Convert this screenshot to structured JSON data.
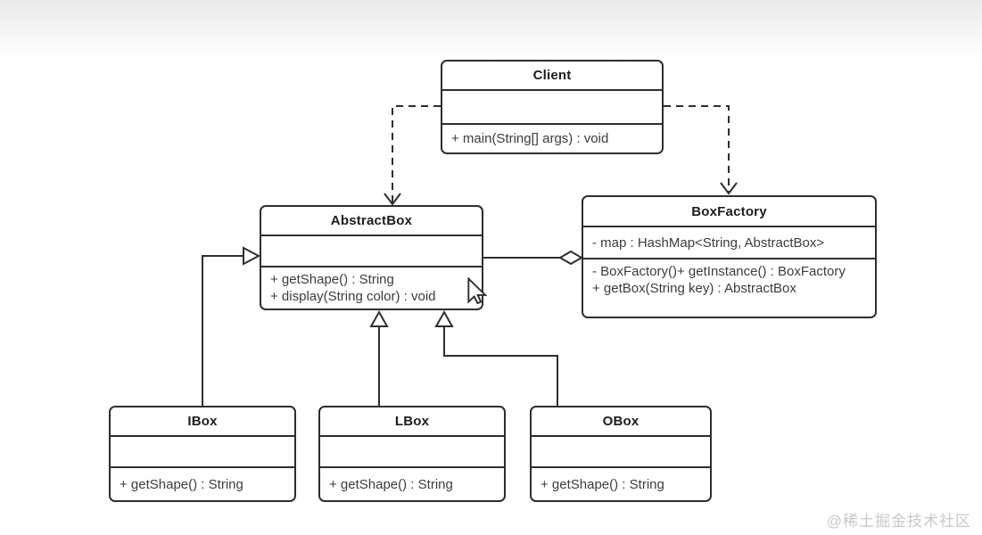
{
  "diagram": {
    "type": "uml-class-diagram",
    "watermark": "@稀土掘金技术社区"
  },
  "colors": {
    "line": "#2e2e2e",
    "title_text": "#1d1d1d",
    "member_text": "#3c3c3c",
    "background": "#ffffff",
    "top_gradient": "#e9e9e9",
    "watermark": "#c8c8c8"
  },
  "classes": {
    "client": {
      "name": "Client",
      "attributes": [],
      "methods": [
        "+ main(String[] args) : void"
      ]
    },
    "abstract_box": {
      "name": "AbstractBox",
      "attributes": [],
      "methods": [
        "+ getShape() : String",
        "+ display(String color) : void"
      ]
    },
    "box_factory": {
      "name": "BoxFactory",
      "attributes": [
        "- map : HashMap<String, AbstractBox>"
      ],
      "methods": [
        "- BoxFactory()+ getInstance() : BoxFactory",
        "+ getBox(String key) : AbstractBox"
      ]
    },
    "ibox": {
      "name": "IBox",
      "attributes": [],
      "methods": [
        "+ getShape() : String"
      ]
    },
    "lbox": {
      "name": "LBox",
      "attributes": [],
      "methods": [
        "+ getShape() : String"
      ]
    },
    "obox": {
      "name": "OBox",
      "attributes": [],
      "methods": [
        "+ getShape() : String"
      ]
    }
  },
  "relationships": [
    {
      "from": "Client",
      "to": "AbstractBox",
      "type": "dependency",
      "line": "dashed",
      "marker": "open-arrow"
    },
    {
      "from": "Client",
      "to": "BoxFactory",
      "type": "dependency",
      "line": "dashed",
      "marker": "open-arrow"
    },
    {
      "from": "IBox",
      "to": "AbstractBox",
      "type": "generalization",
      "line": "solid",
      "marker": "hollow-triangle"
    },
    {
      "from": "LBox",
      "to": "AbstractBox",
      "type": "generalization",
      "line": "solid",
      "marker": "hollow-triangle"
    },
    {
      "from": "OBox",
      "to": "AbstractBox",
      "type": "generalization",
      "line": "solid",
      "marker": "hollow-triangle"
    },
    {
      "from": "BoxFactory",
      "to": "AbstractBox",
      "type": "aggregation",
      "line": "solid",
      "marker": "hollow-diamond"
    }
  ]
}
